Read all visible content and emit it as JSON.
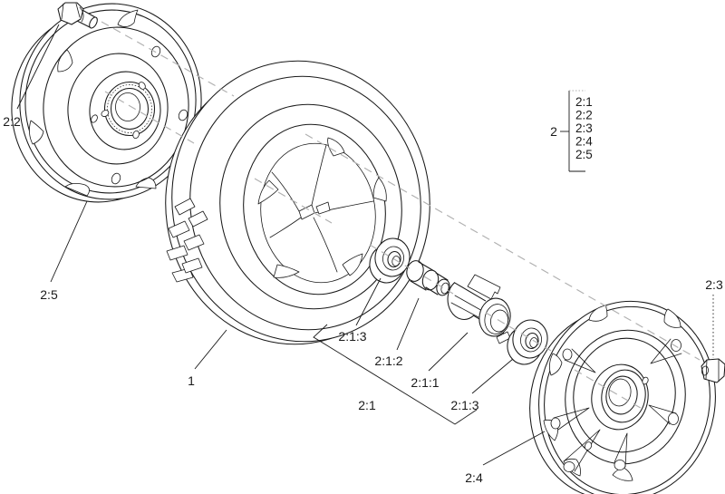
{
  "diagram": {
    "type": "exploded-parts-illustration",
    "subject": "wheel-assembly",
    "colors": {
      "line-color": "#1a1a1a",
      "centerline-color": "#b0b0b0",
      "bg-color": "#ffffff"
    },
    "callouts": {
      "tire": "1",
      "hub_bolt": "2:2",
      "wheel_half_left": "2:5",
      "bearing_front": "2:1:3",
      "spacer": "2:1:2",
      "sleeve": "2:1:1",
      "bearing_kit": "2:1",
      "bearing_rear": "2:1:3",
      "wheel_half_right": "2:4",
      "hub_nut": "2:3"
    },
    "reference_list": {
      "group_label": "2",
      "items": [
        "2:1",
        "2:2",
        "2:3",
        "2:4",
        "2:5"
      ]
    }
  }
}
